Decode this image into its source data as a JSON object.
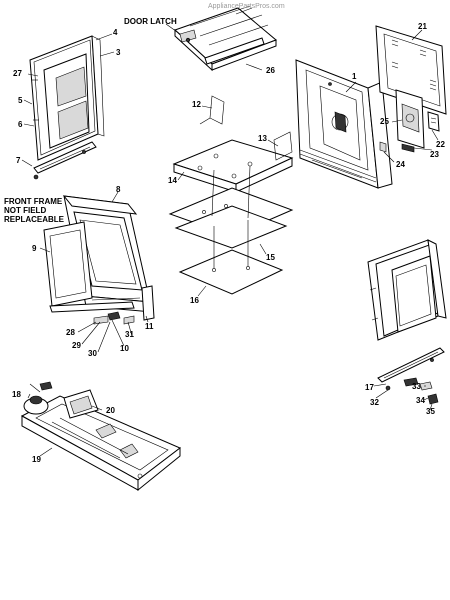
{
  "watermark": "AppliancePartsPros.com",
  "labels": {
    "door_latch": "DOOR LATCH",
    "front_frame_note": [
      "FRONT FRAME",
      "NOT FIELD",
      "REPLACEABLE"
    ]
  },
  "callouts": [
    "1",
    "3",
    "4",
    "5",
    "6",
    "7",
    "8",
    "9",
    "10",
    "11",
    "12",
    "13",
    "14",
    "15",
    "16",
    "17",
    "18",
    "19",
    "20",
    "21",
    "22",
    "23",
    "24",
    "25",
    "26",
    "27",
    "28",
    "29",
    "30",
    "31",
    "32",
    "33",
    "34",
    "35"
  ]
}
